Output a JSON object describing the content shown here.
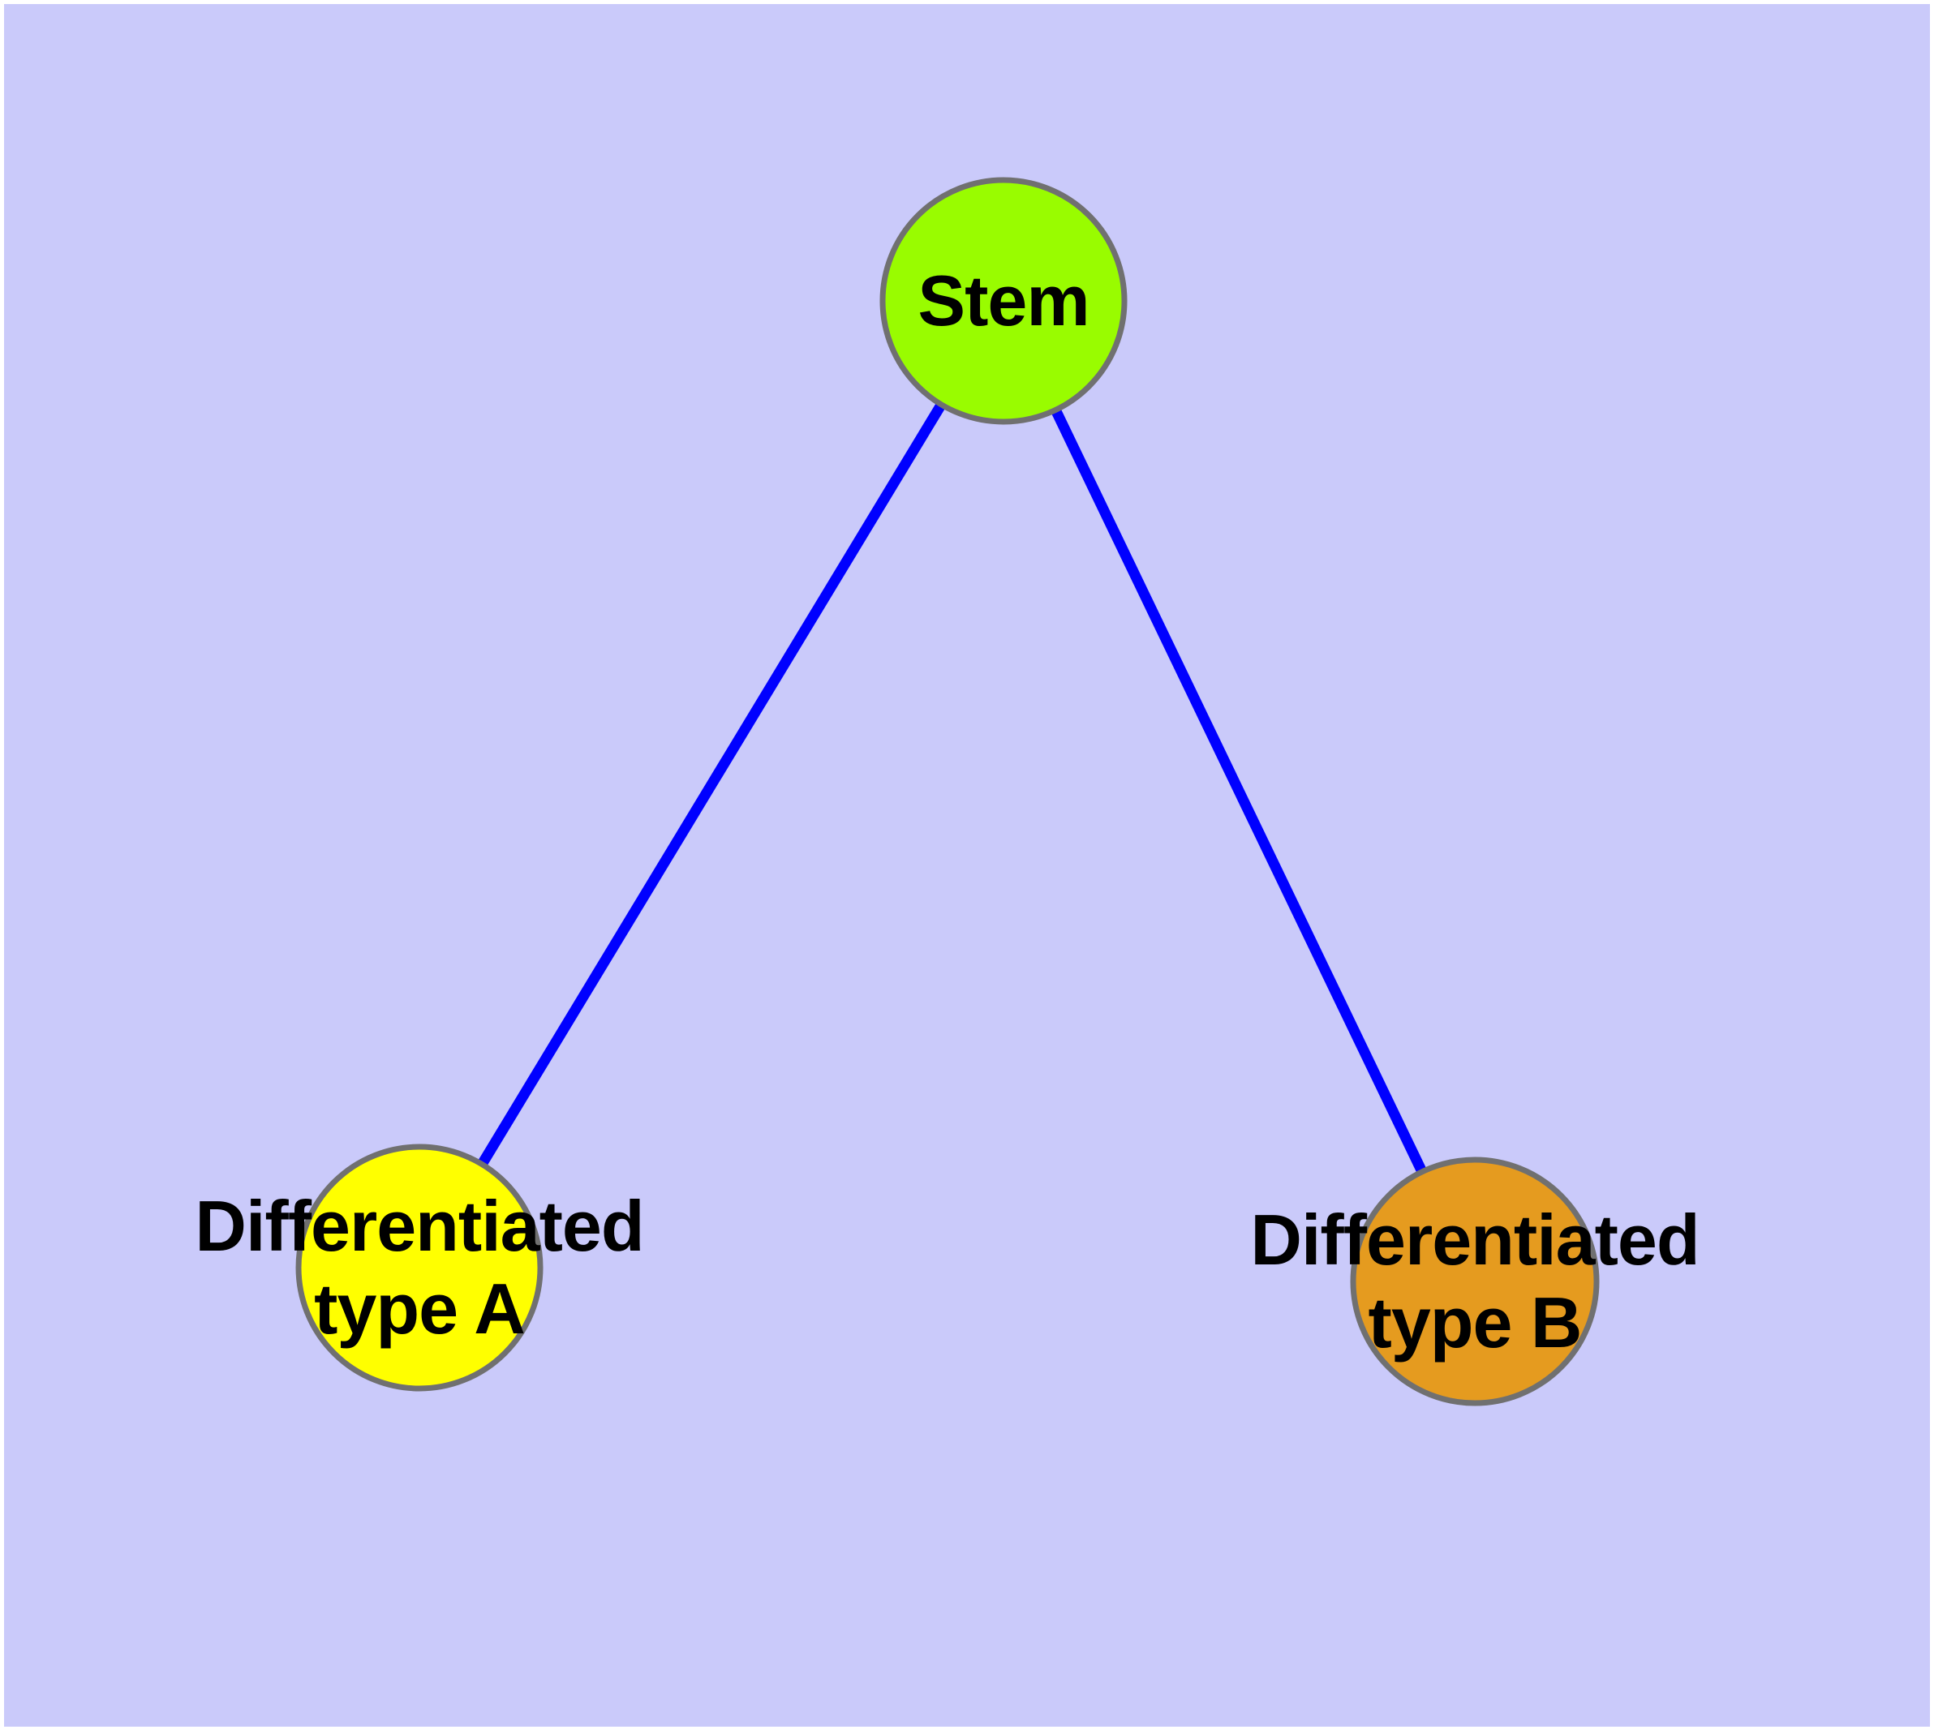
{
  "diagram": {
    "kind": "cell-differentiation-graph",
    "background_color": "#CACAFA",
    "frame_color": "#FFFFFF",
    "edge_color": "#0000FF",
    "node_border_color": "#707070",
    "label_color": "#000000",
    "nodes": {
      "stem": {
        "label": "Stem",
        "fill": "#99FC00"
      },
      "type_a": {
        "label_line1": "Differentiated",
        "label_line2": "type A",
        "full_label": "Differentiated type A",
        "fill": "#FFFF00"
      },
      "type_b": {
        "label_line1": "Differentiated",
        "label_line2": "type B",
        "full_label": "Differentiated type B",
        "fill": "#E59B1F"
      }
    },
    "edges": [
      {
        "from": "Stem",
        "to": "Differentiated type A"
      },
      {
        "from": "Stem",
        "to": "Differentiated type B"
      }
    ]
  }
}
